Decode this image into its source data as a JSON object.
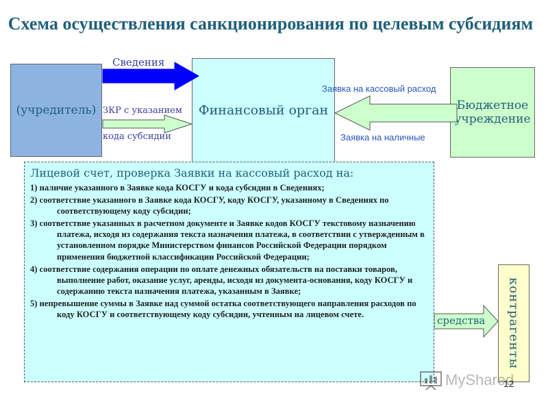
{
  "title": "Схема осуществления санкционирования по целевым субсидиям",
  "nodes": {
    "uchreditel": "(учредитель)",
    "fin_organ": "Финансовый орган",
    "budget_institution": "Бюджетное учреждение",
    "kontragenty": "контрагенты"
  },
  "edges": {
    "svedeniya": "Сведения",
    "zkr_line1": "ЗКР с указанием",
    "zkr_line2": "кода субсидии",
    "zayavka_kass": "Заявка на кассовый расход",
    "zayavka_nal": "Заявка на наличные",
    "sredstva": "средства"
  },
  "account": {
    "heading": "Лицевой счет, проверка Заявки на кассовый расход на:",
    "items": [
      "1) наличие указанного в Заявке кода КОСГУ и кода субсидии в Сведениях;",
      "2) соответствие указанного в Заявке кода КОСГУ, коду КОСГУ, указанному в Сведениях по соответствующему коду субсидии;",
      "3) соответствие указанных в расчетном документе и Заявке кодов КОСГУ текстовому назначению платежа, исходя из содержания текста назначения платежа, в соответствии с утвержденным в установленном порядке Министерством финансов Российской Федерации порядком применения бюджетной классификации Российской Федерации;",
      "4) соответствие содержания операции по оплате денежных обязательств на поставки товаров, выполнение работ, оказание услуг, аренды, исходя из документа-основания, коду КОСГУ и содержанию текста назначения платежа, указанным в Заявке;",
      "5) непревышение суммы в Заявке над суммой остатка соответствующего направления расходов по коду КОСГУ и соответствующему коду субсидии, учтенным на лицевом счете."
    ]
  },
  "logo_text": "MyShared",
  "page_number": "12",
  "colors": {
    "title": "#1f5f7a",
    "uchreditel_fill": "#8db3e2",
    "fin_organ_fill": "#ccffff",
    "budget_fill": "#ccffcc",
    "kontragenty_fill": "#ffffcc",
    "arrow_blue": "#0000ff",
    "arrow_green": "#ccffcc"
  },
  "icons": {
    "logo": "presentation-board-icon"
  }
}
